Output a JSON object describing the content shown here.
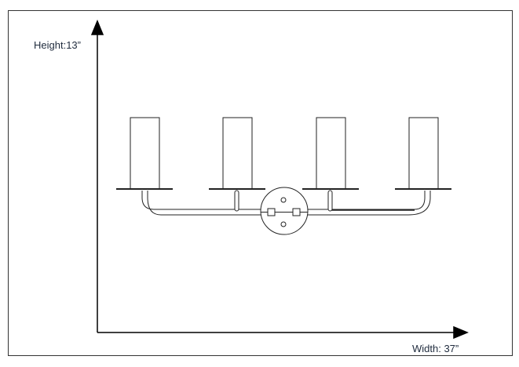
{
  "labels": {
    "height": "Height:13”",
    "width": "Width: 37”"
  },
  "fixture": {
    "lights": 4
  }
}
